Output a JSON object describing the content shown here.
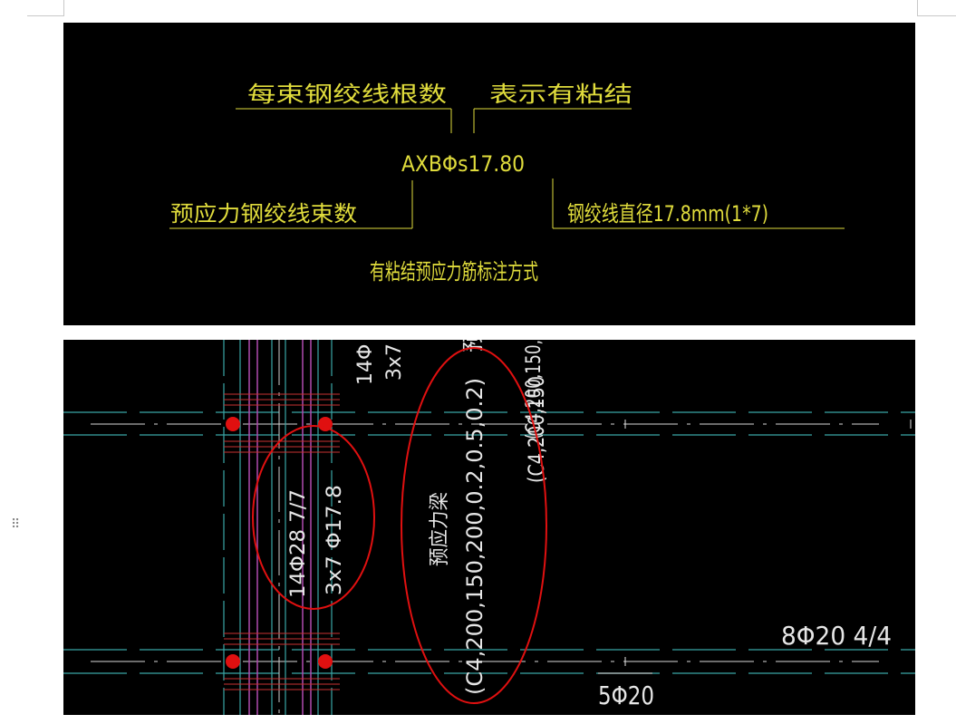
{
  "top_diagram": {
    "label_roots_per_bundle": "每束钢绞线根数",
    "label_bonded": "表示有粘结",
    "formula": "AXBΦs17.80",
    "label_bundle_count": "预应力钢绞线束数",
    "label_diameter": "钢绞线直径17.8mm(1*7)",
    "caption": "有粘结预应力筋标注方式"
  },
  "bottom_drawing": {
    "top_text_a": "14Φ",
    "top_text_b": "3x7",
    "circled_tendon_line1": "14Φ28 7/7",
    "circled_tendon_line2": "3x7 Φ17.8",
    "beam_name": "预应力梁",
    "beam_section_params": "(C4,200,150,200,0.2,0.5,0.2)",
    "beam_section_partial": "(C4,200,150",
    "upper_right_partial": "(C4,200,150,",
    "top_rebar": "8Φ20 4/4",
    "bottom_rebar": "5Φ20"
  },
  "colors": {
    "annotation_yellow": "#e0dc3c",
    "annotation_white": "#e6e6e6",
    "axis_cyan": "#3aa6a6",
    "rebar_magenta": "#b04ab0",
    "stirrup_red": "#c83232",
    "highlight_red": "#e01010"
  },
  "icons": {
    "drag_handle": "drag-handle-icon"
  }
}
